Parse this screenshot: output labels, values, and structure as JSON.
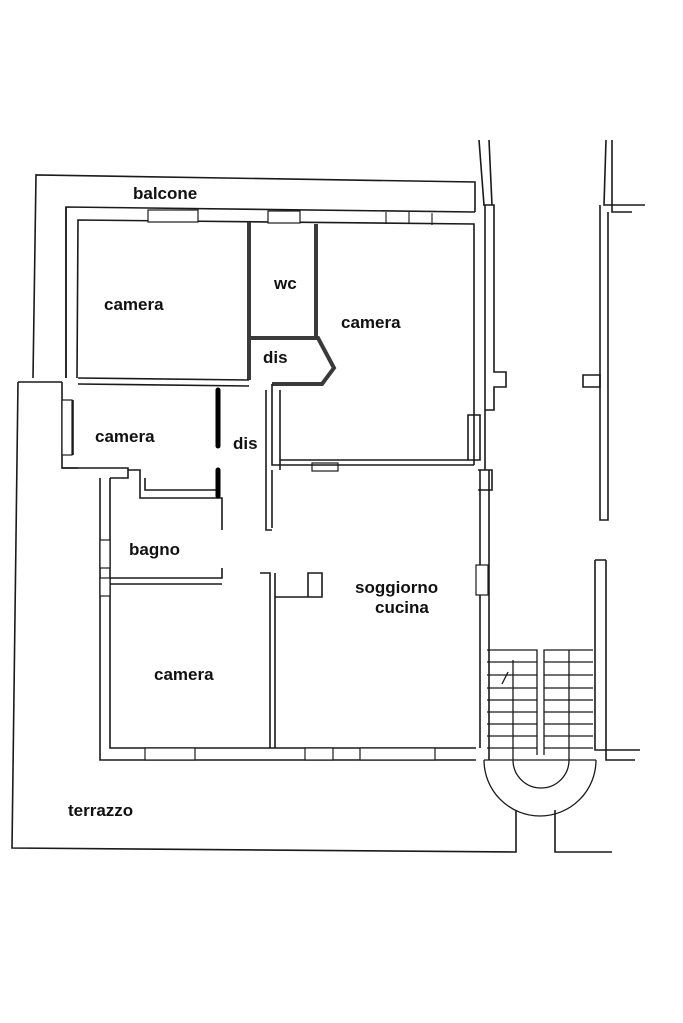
{
  "plan": {
    "type": "floor-plan",
    "language": "it",
    "colors": {
      "wall": "#1a1a1a",
      "background": "#ffffff",
      "label": "#111111"
    },
    "rooms": [
      {
        "id": "balcone",
        "label": "balcone"
      },
      {
        "id": "camera-nw",
        "label": "camera"
      },
      {
        "id": "wc",
        "label": "wc"
      },
      {
        "id": "dis-upper",
        "label": "dis"
      },
      {
        "id": "camera-ne",
        "label": "camera"
      },
      {
        "id": "camera-w",
        "label": "camera"
      },
      {
        "id": "dis-center",
        "label": "dis"
      },
      {
        "id": "bagno",
        "label": "bagno"
      },
      {
        "id": "soggiorno",
        "label": "soggiorno",
        "label2": "cucina"
      },
      {
        "id": "camera-sw",
        "label": "camera"
      },
      {
        "id": "terrazzo",
        "label": "terrazzo"
      }
    ],
    "features": [
      "staircase",
      "windows",
      "doors",
      "partition"
    ]
  }
}
